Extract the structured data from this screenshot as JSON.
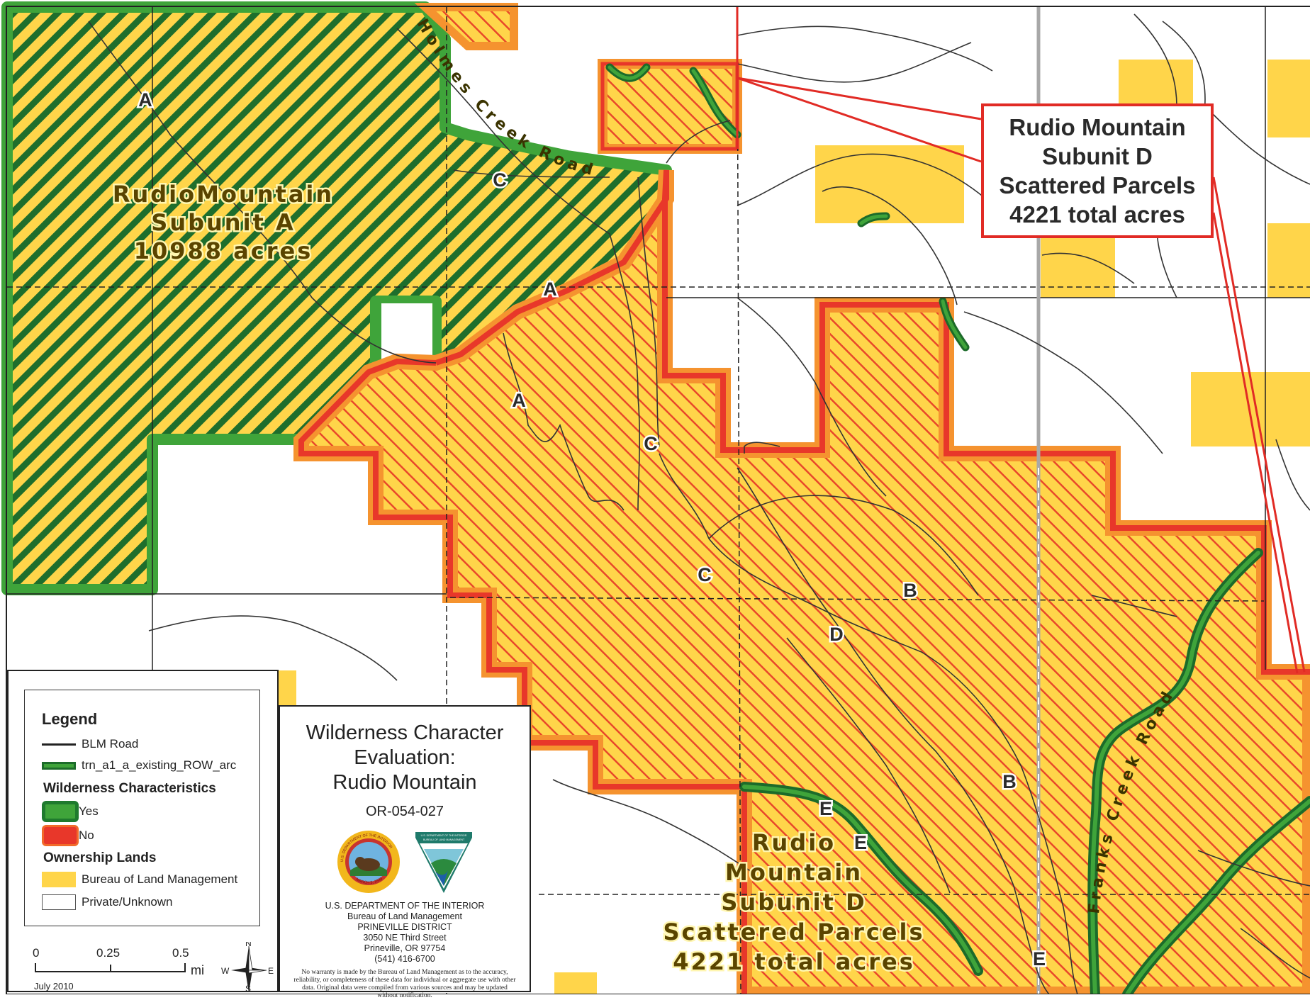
{
  "map_title": {
    "line1": "Wilderness Character",
    "line2": "Evaluation:",
    "line3": "Rudio Mountain",
    "code": "OR-054-027"
  },
  "agency": {
    "line1": "U.S. DEPARTMENT OF THE INTERIOR",
    "line2": "Bureau of Land Management",
    "line3": "PRINEVILLE DISTRICT",
    "line4": "3050 NE Third Street",
    "line5": "Prineville, OR 97754",
    "line6": "(541) 416-6700",
    "disclaimer": "No warranty is made by the Bureau of Land Management as to the accuracy, reliability, or completeness of these data for individual or aggregate use with other data. Original data were compiled from various sources and may be updated without notification."
  },
  "seals": {
    "doi_top": "U.S. DEPARTMENT OF THE INTERIOR",
    "doi_bottom": "MARCH 3, 1849",
    "blm_top": "U.S. DEPARTMENT OF THE INTERIOR",
    "blm_bottom": "BUREAU OF LAND MANAGEMENT"
  },
  "legend": {
    "title": "Legend",
    "road": "BLM Road",
    "row_arc": "trn_a1_a_existing_ROW_arc",
    "wc_heading": "Wilderness Characteristics",
    "yes": "Yes",
    "no": "No",
    "own_heading": "Ownership Lands",
    "blm": "Bureau of Land Management",
    "private": "Private/Unknown"
  },
  "scale": {
    "t0": "0",
    "t1": "0.25",
    "t2": "0.5",
    "unit": "mi",
    "north": "N",
    "south": "S",
    "east": "E",
    "west": "W"
  },
  "date": "July 2010",
  "callout": {
    "line1": "Rudio Mountain",
    "line2": "Subunit D",
    "line3": "Scattered Parcels",
    "line4": "4221 total acres"
  },
  "subunit_a": {
    "line1": "RudioMountain",
    "line2": "Subunit A",
    "line3": "10988 acres"
  },
  "subunit_d": {
    "line1": "Rudio",
    "line2": "Mountain",
    "line3": "Subunit D",
    "line4": "Scattered Parcels",
    "line5": "4221 total acres"
  },
  "roads": {
    "holmes": "Holmes Creek Road",
    "franks": "Franks Creek Road"
  },
  "road_letters": {
    "a": "A",
    "b": "B",
    "c": "C",
    "d": "D",
    "e": "E"
  },
  "colors": {
    "blm_yellow": "#ffd54a",
    "no_red": "#e8372a",
    "no_orange": "#f5932f",
    "yes_green": "#3fa43a",
    "hatch_dark_green": "#1c6b2a",
    "callout_red": "#e12b25"
  }
}
